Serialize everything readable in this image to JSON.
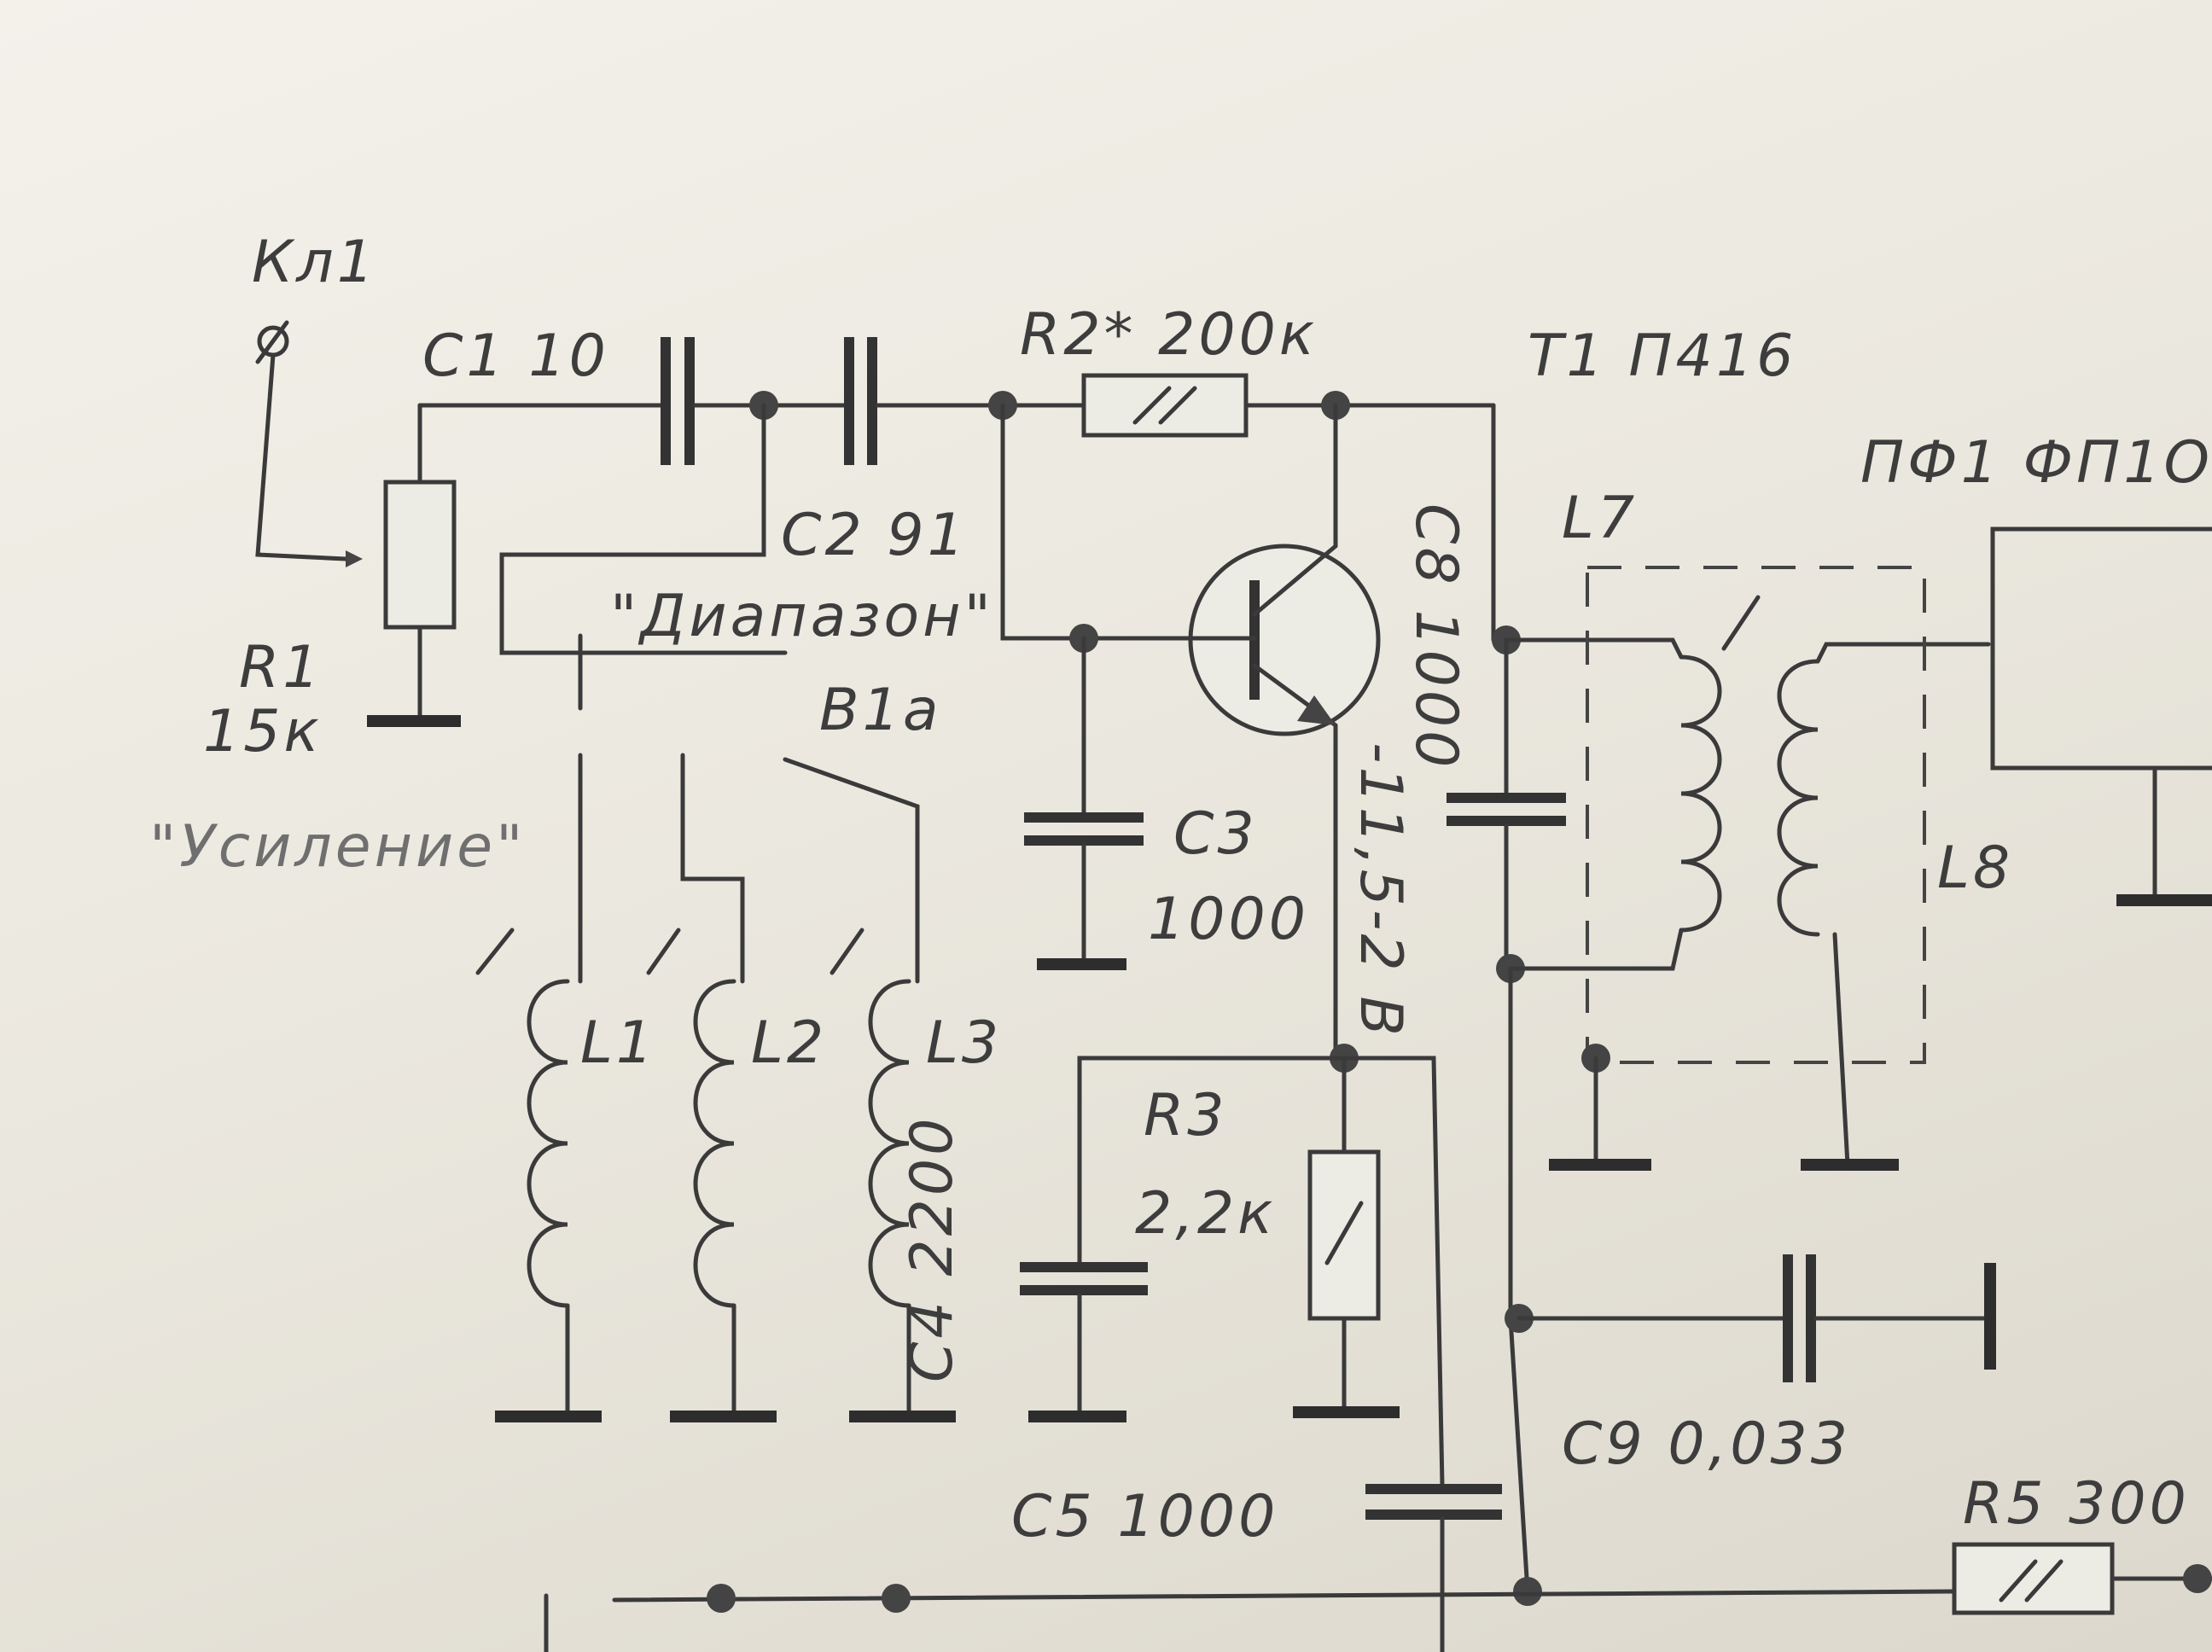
{
  "labels": {
    "kl1": "Кл1",
    "c1": "C1 10",
    "r2": "R2* 200к",
    "t1": "T1 П416",
    "pf1": "ПФ1 ФП1О",
    "c2": "C2 91",
    "diapazon": "\"Диапазон\"",
    "b1a": "B1а",
    "r1": "R1",
    "r1_val": "15к",
    "usilenie": "\"Усиление\"",
    "c8": "C8 1000",
    "l7": "L7",
    "c3": "C3",
    "c3_val": "1000",
    "voltage": "-11,5-2 В",
    "l1": "L1",
    "l2": "L2",
    "l3": "L3",
    "c4": "C4 2200",
    "r3": "R3",
    "r3_val": "2,2к",
    "l8": "L8",
    "c9": "C9 0,033",
    "c5": "C5 1000",
    "r5": "R5 300"
  }
}
